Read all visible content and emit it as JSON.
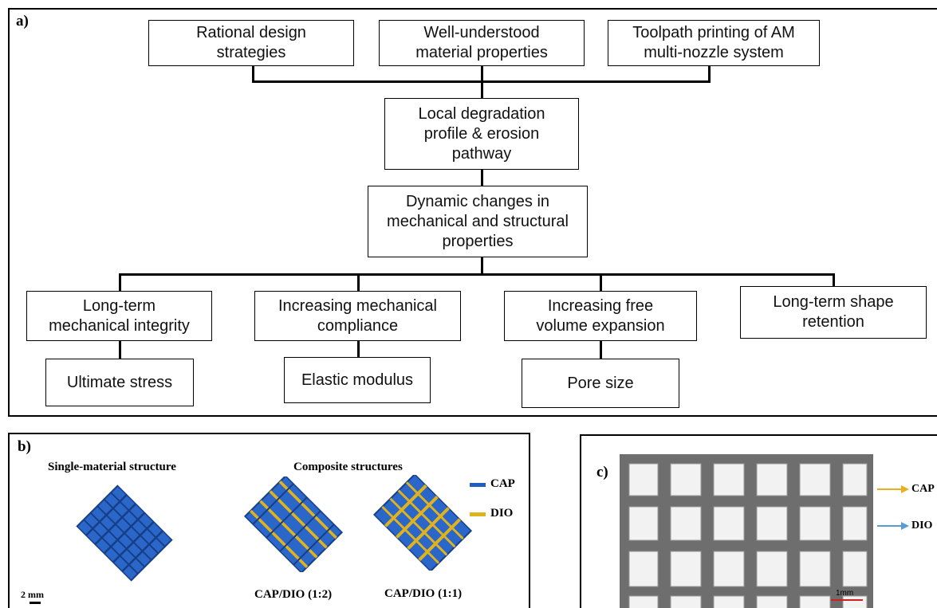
{
  "panel_a": {
    "label": "a)",
    "top_boxes": [
      "Rational design\nstrategies",
      "Well-understood\nmaterial properties",
      "Toolpath printing of AM\nmulti-nozzle system"
    ],
    "middle_box": "Local degradation\nprofile & erosion\npathway",
    "center_box": "Dynamic changes in\nmechanical and structural\nproperties",
    "outcomes": [
      "Long-term\nmechanical integrity",
      "Increasing mechanical\ncompliance",
      "Increasing free\nvolume expansion",
      "Long-term shape\nretention"
    ],
    "metrics": [
      "Ultimate stress",
      "Elastic modulus",
      "Pore size"
    ]
  },
  "panel_b": {
    "label": "b)",
    "single_title": "Single-material structure",
    "composite_title": "Composite structures",
    "legend": [
      {
        "name": "CAP",
        "color": "#1f5fbf"
      },
      {
        "name": "DIO",
        "color": "#e0b21e"
      }
    ],
    "caption_1": "CAP/DIO (1:2)",
    "caption_2": "CAP/DIO (1:1)",
    "scale_bar": "2 mm"
  },
  "panel_c": {
    "label": "c)",
    "arrow_labels": [
      {
        "name": "CAP",
        "color": "#e8b020"
      },
      {
        "name": "DIO",
        "color": "#5b9bd5"
      }
    ],
    "scale_bar": "1mm"
  }
}
